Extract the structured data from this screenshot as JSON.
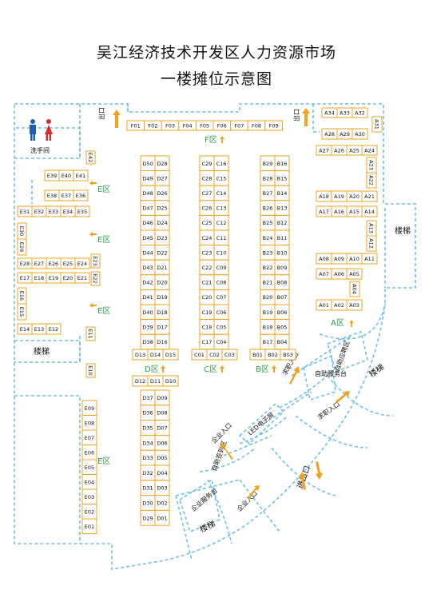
{
  "title": {
    "line1": "吴江经济技术开发区人力资源市场",
    "line2": "一楼摊位示意图"
  },
  "labels": {
    "washroom": "洗手间",
    "exit": "出口",
    "stairs": "楼梯",
    "zone_a": "A区",
    "zone_b": "B区",
    "zone_c": "C区",
    "zone_d": "D区",
    "zone_e": "E区",
    "zone_f": "F区",
    "job_seeker_entrance": "求职入口",
    "enterprise_entrance": "企业入口",
    "led_screen": "LED电子屏",
    "self_service_desk": "自助服务台",
    "self_check_in_area": "自助签到区",
    "enterprise_service_desk": "企业服务台",
    "self_application_area": "自助应聘区",
    "entrance_exit": "进出口"
  },
  "booths": {
    "F": [
      "F01",
      "F02",
      "F03",
      "F04",
      "F05",
      "F06",
      "F07",
      "F08",
      "F09"
    ],
    "D_left": [
      "D50",
      "D49",
      "D48",
      "D47",
      "D46",
      "D45",
      "D44",
      "D43",
      "D42",
      "D41",
      "D40",
      "D39",
      "D38"
    ],
    "D_right": [
      "D28",
      "D27",
      "D26",
      "D25",
      "D24",
      "D23",
      "D22",
      "D21",
      "D20",
      "D19",
      "D18",
      "D17",
      "D16"
    ],
    "C_left": [
      "C29",
      "C28",
      "C27",
      "C26",
      "C25",
      "C24",
      "C23",
      "C22",
      "C21",
      "C20",
      "C19",
      "C18",
      "C17"
    ],
    "C_right": [
      "C16",
      "C15",
      "C14",
      "C13",
      "C12",
      "C11",
      "C10",
      "C09",
      "C08",
      "C07",
      "C06",
      "C05",
      "C04"
    ],
    "B_left": [
      "B29",
      "B28",
      "B27",
      "B26",
      "B25",
      "B24",
      "B23",
      "B22",
      "B21",
      "B20",
      "B19",
      "B18",
      "B17"
    ],
    "B_right": [
      "B16",
      "B15",
      "B14",
      "B13",
      "B12",
      "B11",
      "B10",
      "B09",
      "B08",
      "B07",
      "B06",
      "B05",
      "B04"
    ],
    "D_row1": [
      "D13",
      "D14",
      "D15"
    ],
    "C_row1": [
      "C01",
      "C02",
      "C03"
    ],
    "B_row1": [
      "B01",
      "B02",
      "B03"
    ],
    "D_row2": [
      "D12",
      "D11",
      "D10"
    ],
    "D_lower_left": [
      "D37",
      "D36",
      "D35",
      "D34",
      "D33",
      "D32",
      "D31",
      "D30",
      "D29"
    ],
    "D_lower_right": [
      "D09",
      "D08",
      "D07",
      "D06",
      "D05",
      "D04",
      "D03",
      "D02",
      "D01"
    ],
    "A_top": [
      "A34",
      "A33",
      "A32"
    ],
    "A_row2": [
      "A28",
      "A29",
      "A30"
    ],
    "A31": "A31",
    "A_row3": [
      "A27",
      "A26",
      "A25",
      "A24"
    ],
    "A_col_right": [
      "A23",
      "A22"
    ],
    "A_row4": [
      "A18",
      "A19",
      "A20",
      "A21"
    ],
    "A_row5": [
      "A17",
      "A16",
      "A15",
      "A14"
    ],
    "A_col_right2": [
      "A13",
      "A12"
    ],
    "A_row6": [
      "A08",
      "A09",
      "A10",
      "A11"
    ],
    "A_row7": [
      "A07",
      "A06",
      "A05"
    ],
    "A04": "A04",
    "A_row8": [
      "A01",
      "A02",
      "A03"
    ],
    "E_top": [
      "E39",
      "E40",
      "E41"
    ],
    "E_row2": [
      "E38",
      "E37",
      "E36"
    ],
    "E42": "E42",
    "E_row3": [
      "E31",
      "E32",
      "E33",
      "E34",
      "E35"
    ],
    "E_col_left": [
      "E30",
      "E29"
    ],
    "E_row4": [
      "E28",
      "E27",
      "E26",
      "E25",
      "E24"
    ],
    "E23": "E23",
    "E_row5": [
      "E17",
      "E18",
      "E19",
      "E20",
      "E21"
    ],
    "E22": "E22",
    "E_col_left2": [
      "E16",
      "E15"
    ],
    "E_row6": [
      "E14",
      "E13",
      "E12"
    ],
    "E11": "E11",
    "E10": "E10",
    "E_col_bottom": [
      "E09",
      "E08",
      "E07",
      "E06",
      "E05",
      "E04",
      "E03",
      "E02",
      "E01"
    ]
  },
  "colors": {
    "booth_border": "#f2a21f",
    "wall": "#6cc0e6",
    "zone_text": "#2e9e44",
    "arrow": "#f2a21f",
    "male_icon": "#1f5fae",
    "female_icon": "#d62b2b"
  }
}
